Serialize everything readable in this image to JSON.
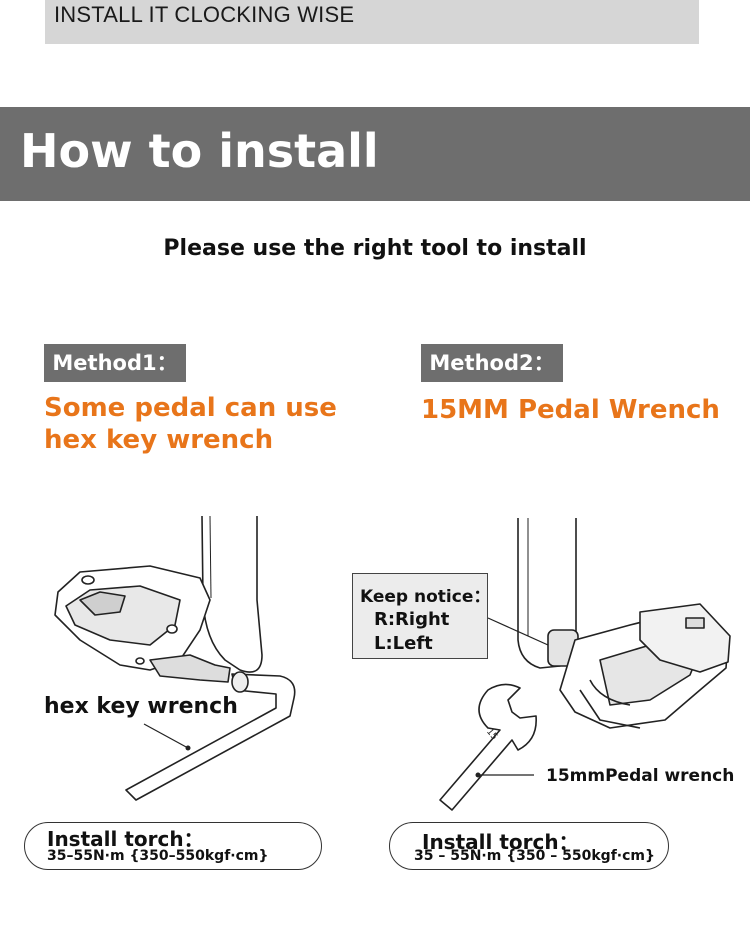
{
  "top_banner": {
    "text": "INSTALL IT CLOCKING WISE"
  },
  "section": {
    "title": "How to install"
  },
  "subtitle": "Please use the right tool to install",
  "method1": {
    "tag": "Method1：",
    "desc_line1": "Some pedal can use",
    "desc_line2": "hex key wrench",
    "tool_label": "hex key wrench",
    "torque_title": "Install torch：",
    "torque_value": "35–55N·m {350–550kgf·cm}"
  },
  "method2": {
    "tag": "Method2：",
    "desc": "15MM Pedal Wrench",
    "notice_title": "Keep notice：",
    "notice_right": "R:Right",
    "notice_left": "L:Left",
    "tool_label": "15mmPedal wrench",
    "wrench_marking": "15",
    "torque_title": "Install torch：",
    "torque_value": "35 – 55N·m {350 – 550kgf·cm}"
  },
  "colors": {
    "accent_orange": "#e8751a",
    "band_gray": "#6e6e6e",
    "banner_gray": "#d6d6d6"
  },
  "icons": [
    "crank-arm-icon",
    "pedal-icon",
    "hex-key-icon",
    "pedal-wrench-icon"
  ]
}
